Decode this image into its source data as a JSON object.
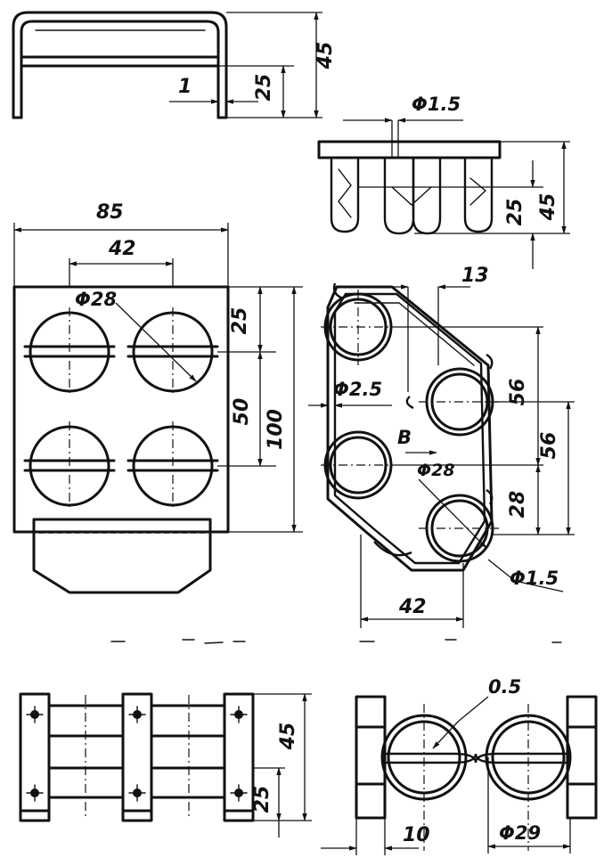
{
  "colors": {
    "ink": "#111111",
    "paper": "#ffffff"
  },
  "dimensions": {
    "top_left": {
      "height_45": "45",
      "height_25": "25",
      "wire_1": "1"
    },
    "top_right": {
      "dia_1_5": "Φ1.5",
      "height_25": "25",
      "height_45": "45"
    },
    "mid_left": {
      "width_85": "85",
      "spacing_42": "42",
      "dia_28": "Φ28",
      "height_25": "25",
      "height_50": "50",
      "height_100": "100"
    },
    "mid_right": {
      "offset_13": "13",
      "height_56_a": "56",
      "height_56_b": "56",
      "height_28": "28",
      "dia_2_5": "Φ2.5",
      "label_b": "B",
      "dia_28": "Φ28",
      "dia_1_5": "Φ1.5",
      "spacing_42": "42"
    },
    "bottom_left": {
      "height_45": "45",
      "height_25": "25"
    },
    "bottom_right": {
      "wire_0_5": "0.5",
      "width_10": "10",
      "dia_29": "Φ29"
    }
  }
}
